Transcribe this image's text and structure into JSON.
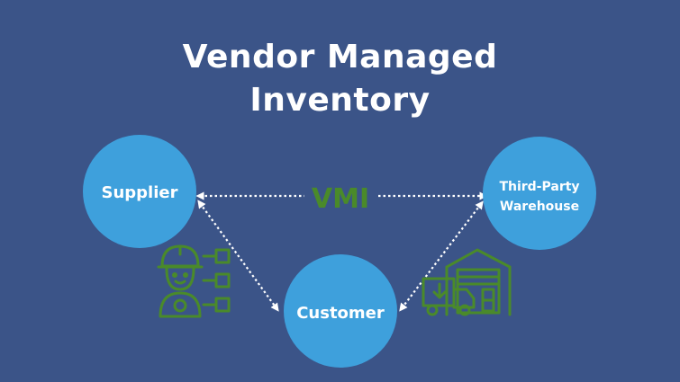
{
  "title": {
    "line1": "Vendor Managed",
    "line2": "Inventory"
  },
  "nodes": {
    "supplier": "Supplier",
    "warehouse_line1": "Third-Party",
    "warehouse_line2": "Warehouse",
    "customer": "Customer"
  },
  "center_label": "VMI",
  "colors": {
    "background": "#3b5488",
    "node_fill": "#3ea0dc",
    "accent_green": "#4a8a2a",
    "text": "#ffffff"
  },
  "icons": {
    "left": "worker-inventory-icon",
    "right": "warehouse-truck-icon"
  }
}
